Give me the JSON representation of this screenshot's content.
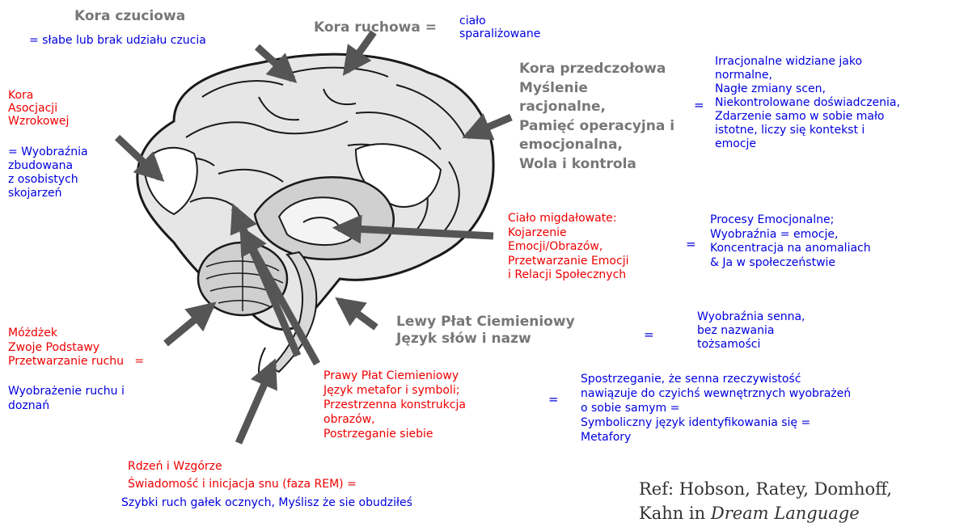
{
  "colors": {
    "gray_label": "#777777",
    "blue_text": "#0000dd",
    "red_text": "#ee0000",
    "arrow": "#555555",
    "brain_fill": "#e6e6e6",
    "brain_outline": "#1a1a1a"
  },
  "sensory_cortex": {
    "title": "Kora czuciowa",
    "desc": "= słabe lub brak udziału czucia"
  },
  "motor_cortex": {
    "title": "Kora ruchowa =",
    "desc": "ciało\nsparaliżowane"
  },
  "prefrontal": {
    "title": "Kora przedczołowa\nMyślenie\nracjonalne,\nPamięć operacyjna i\nemocjonalna,\nWola i kontrola",
    "equals": "=",
    "desc": "Irracjonalne widziane jako\nnormalne,\nNagłe zmiany scen,\nNiekontrolowane doświadczenia,\nZdarzenie samo w sobie mało\nistotne, liczy się kontekst i\nemocje"
  },
  "visual_association": {
    "title": "Kora\nAsocjacji\nWzrokowej",
    "desc": "= Wyobraźnia\nzbudowana\nz osobistych\nskojarzeń"
  },
  "amygdala": {
    "title": "Ciało migdałowate:\nKojarzenie\nEmocji/Obrazów,\nPrzetwarzanie Emocji\ni Relacji Społecznych",
    "equals": "=",
    "desc": "Procesy Emocjonalne;\nWyobraźnia = emocje,\nKoncentracja na anomaliach\n& Ja w społeczeństwie"
  },
  "left_parietal": {
    "title": "Lewy Płat Ciemieniowy\nJęzyk słów i nazw",
    "equals": "=",
    "desc": "Wyobraźnia senna,\nbez nazwania\ntożsamości"
  },
  "cerebellum": {
    "title": "Móżdżek\nZwoje Podstawy\nPrzetwarzanie ruchu   =",
    "desc": "Wyobrażenie ruchu i\ndoznań"
  },
  "right_parietal": {
    "title": "Prawy Płat Ciemieniowy\nJęzyk metafor i symboli;\nPrzestrzenna konstrukcja\nobrazów,\nPostrzeganie siebie",
    "equals": "=",
    "desc": "Spostrzeganie, że senna rzeczywistość\nnawiązuje do czyichś wewnętrznych wyobrażeń\no sobie samym =\nSymboliczny język identyfikowania się =\nMetafory"
  },
  "brainstem": {
    "title": "Rdzeń i Wzgórze\nŚwiadomość i inicjacja snu (faza REM) =",
    "desc": "Szybki ruch gałek ocznych, Myślisz że sie obudziłeś"
  },
  "reference": {
    "line1": "Ref: Hobson, Ratey, Domhoff,",
    "line2_prefix": "Kahn in ",
    "line2_title": "Dream Language"
  }
}
